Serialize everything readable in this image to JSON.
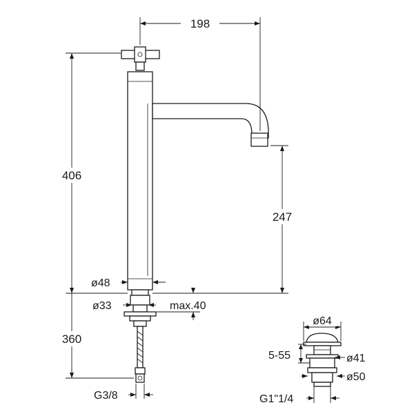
{
  "dimensions": {
    "projection": "198",
    "total_height": "406",
    "spout_height": "247",
    "body_diameter": "ø48",
    "base_diameter": "ø33",
    "max_thickness": "max.40",
    "hose_length": "360",
    "hose_thread": "G3/8"
  },
  "waste": {
    "cap_diameter": "ø64",
    "range": "5-55",
    "inner_diameter": "ø41",
    "base_diameter": "ø50",
    "thread": "G1\"1/4"
  }
}
